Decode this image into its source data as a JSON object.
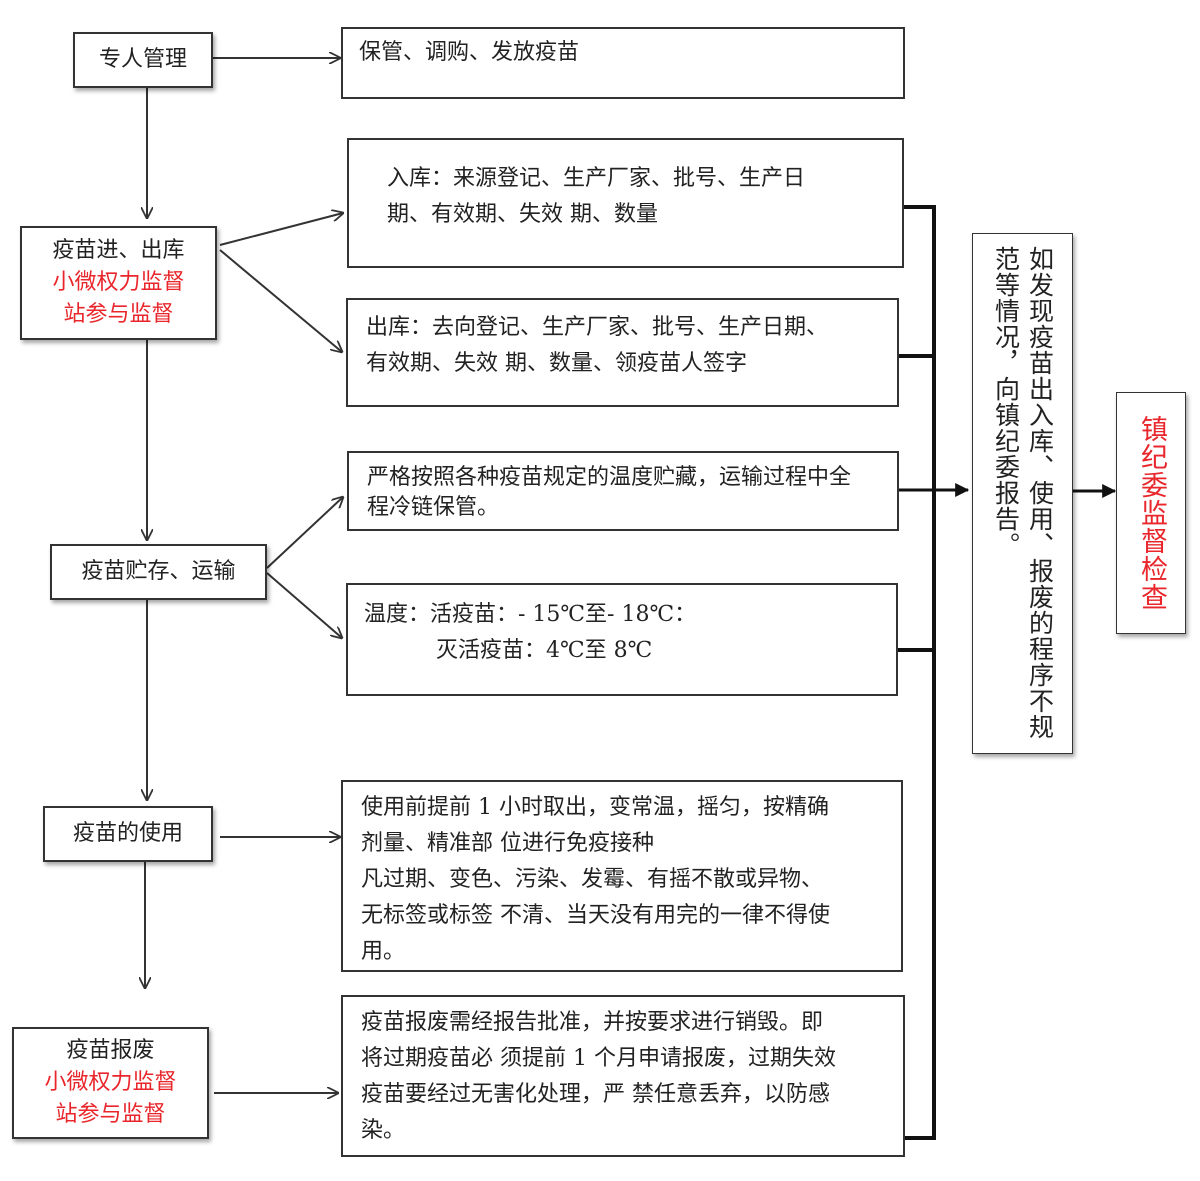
{
  "left_nodes": {
    "management": "专人管理",
    "inout_title": "疫苗进、出库",
    "inout_supervision": [
      "小微权力监督",
      "站参与监督"
    ],
    "storage": "疫苗贮存、运输",
    "usage": "疫苗的使用",
    "scrap_title": "疫苗报废",
    "scrap_supervision": [
      "小微权力监督",
      "站参与监督"
    ]
  },
  "detail_boxes": {
    "management": "保管、调购、发放疫苗",
    "inbound": [
      "入库：来源登记、生产厂家、批号、生产日",
      "期、有效期、失效  期、数量"
    ],
    "outbound": [
      "出库：去向登记、生产厂家、批号、生产日期、",
      "有效期、失效  期、数量、领疫苗人签字"
    ],
    "coldchain": [
      "严格按照各种疫苗规定的温度贮藏，运输过程中全",
      "程冷链保管。"
    ],
    "temperature": [
      "温度：活疫苗：- 15℃至- 18℃：",
      "灭活疫苗：4℃至  8℃"
    ],
    "usage": [
      "使用前提前  1 小时取出，变常温，摇匀，按精确",
      "剂量、精准部  位进行免疫接种",
      "凡过期、变色、污染、发霉、有摇不散或异物、",
      "无标签或标签  不清、当天没有用完的一律不得使",
      "用。"
    ],
    "scrap": [
      "疫苗报废需经报告批准，并按要求进行销毁。即",
      "将过期疫苗必  须提前  1 个月申请报废，过期失效",
      "疫苗要经过无害化处理，严  禁任意丢弃，以防感",
      "染。"
    ]
  },
  "report_box": "如发现疫苗出入库、使用、报废的程序不规范等情况，向镇纪委报告。",
  "final_box": "镇纪委监督检查",
  "colors": {
    "supervision": "#e8262b",
    "line": "#333333"
  }
}
